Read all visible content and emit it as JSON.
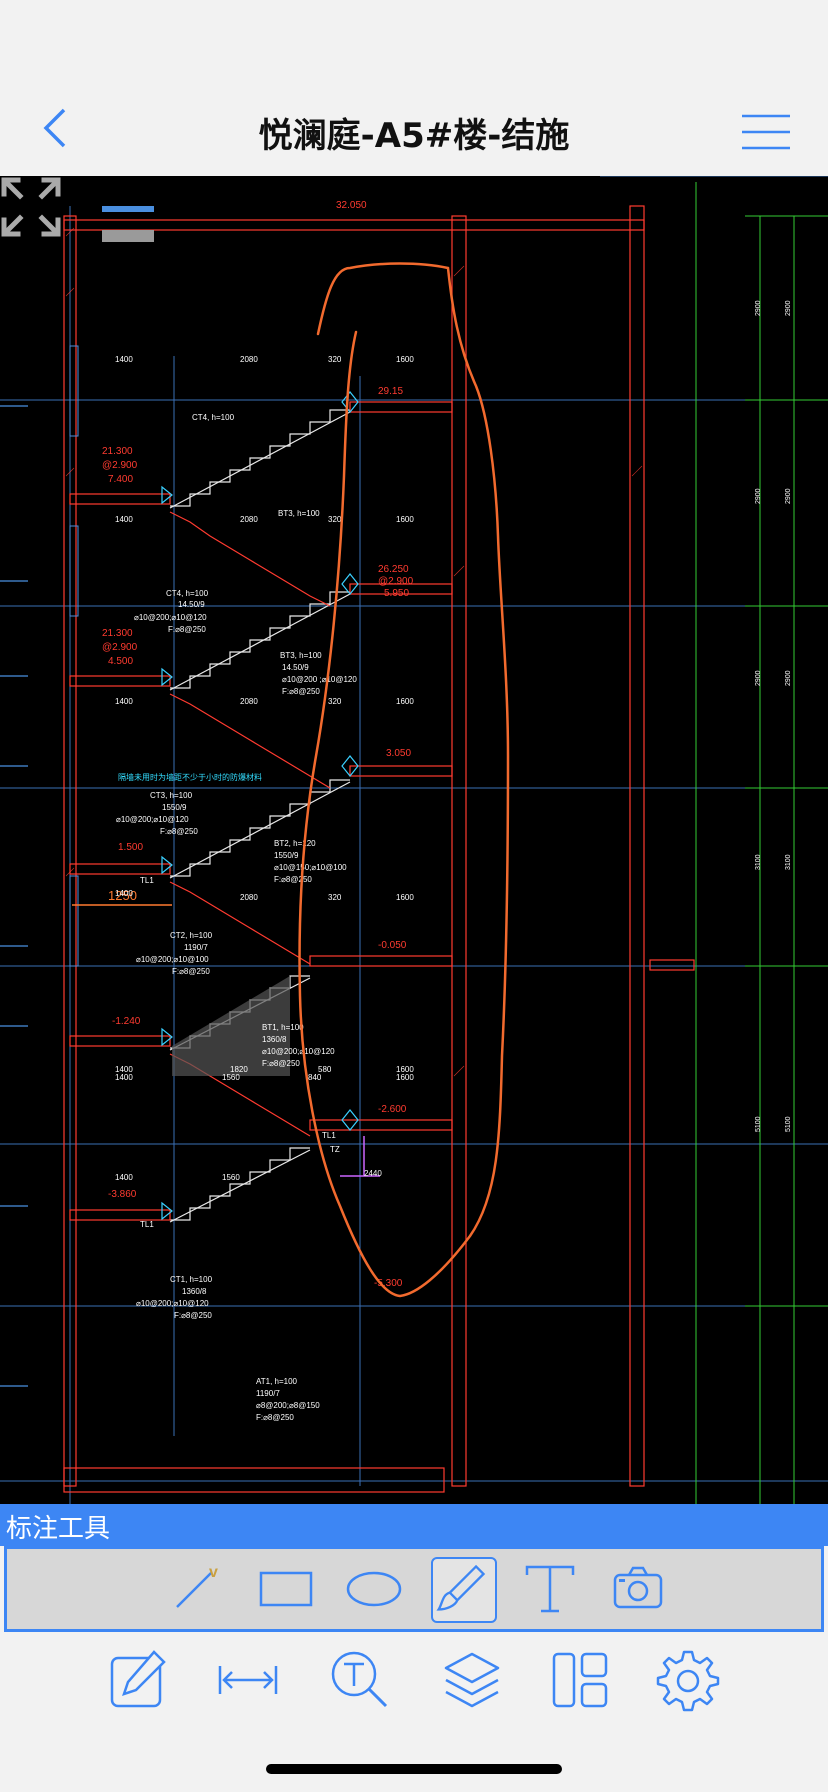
{
  "nav": {
    "title": "悦澜庭-A5#楼-结施"
  },
  "drawing": {
    "elevations": [
      "32.050",
      "29.15",
      "26.250",
      "@2.900",
      "5.950",
      "3.050",
      "1.500",
      "-0.050",
      "-1.240",
      "-2.600",
      "-3.860",
      "-5.300",
      "21.300",
      "@2.900",
      "7.400",
      "21.300",
      "@2.900",
      "4.500"
    ],
    "dims": [
      "1400",
      "2080",
      "320",
      "1600",
      "1400",
      "2080",
      "320",
      "1600",
      "1400",
      "2080",
      "320",
      "1600",
      "1400",
      "2080",
      "320",
      "1600",
      "1400",
      "1560",
      "840",
      "1600",
      "1400",
      "1820",
      "580",
      "1600",
      "1400",
      "1560"
    ],
    "highlight_dim": "1250",
    "right_dims": [
      "2900",
      "2900",
      "2900",
      "2900",
      "2900",
      "2900",
      "3100",
      "3100",
      "5100",
      "5100"
    ],
    "labels": {
      "ct4": "CT4, h=100",
      "bt3a": "BT3, h=100",
      "ct4b": "CT4, h=100",
      "ct4b_1": "14.50/9",
      "ct4b_2": "⌀10@200;⌀10@120",
      "ct4b_3": "F:⌀8@250",
      "bt3b": "BT3, h=100",
      "bt3b_1": "14.50/9",
      "bt3b_2": "⌀10@200 ;⌀10@120",
      "bt3b_3": "F:⌀8@250",
      "note": "隔墙未用时为墙距不少于小时的防爆材料",
      "ct3": "CT3, h=100",
      "ct3_1": "1550/9",
      "ct3_2": "⌀10@200;⌀10@120",
      "ct3_3": "F:⌀8@250",
      "bt2": "BT2, h=120",
      "bt2_1": "1550/9",
      "bt2_2": "⌀10@150;⌀10@100",
      "bt2_3": "F:⌀8@250",
      "ct2": "CT2, h=100",
      "ct2_1": "1190/7",
      "ct2_2": "⌀10@200;⌀10@100",
      "ct2_3": "F:⌀8@250",
      "bt1": "BT1, h=100",
      "bt1_1": "1360/8",
      "bt1_2": "⌀10@200;⌀10@120",
      "bt1_3": "F:⌀8@250",
      "ct1": "CT1, h=100",
      "ct1_1": "1360/8",
      "ct1_2": "⌀10@200;⌀10@120",
      "ct1_3": "F:⌀8@250",
      "at1": "AT1, h=100",
      "at1_1": "1190/7",
      "at1_2": "⌀8@200;⌀8@150",
      "at1_3": "F:⌀8@250",
      "tl": "TL1",
      "tz": "TZ",
      "dim_2440": "2440"
    }
  },
  "tools": {
    "header": "标注工具",
    "items": [
      "line-tool",
      "rectangle-tool",
      "ellipse-tool",
      "pen-tool",
      "text-tool",
      "camera-tool"
    ]
  },
  "bottom_bar": [
    "edit",
    "measure",
    "text-search",
    "layers",
    "layout",
    "settings"
  ],
  "colors": {
    "accent": "#3d86f4",
    "annotation": "#f26a2e",
    "cad_red": "#ff3b30",
    "cad_bg": "#000000"
  }
}
